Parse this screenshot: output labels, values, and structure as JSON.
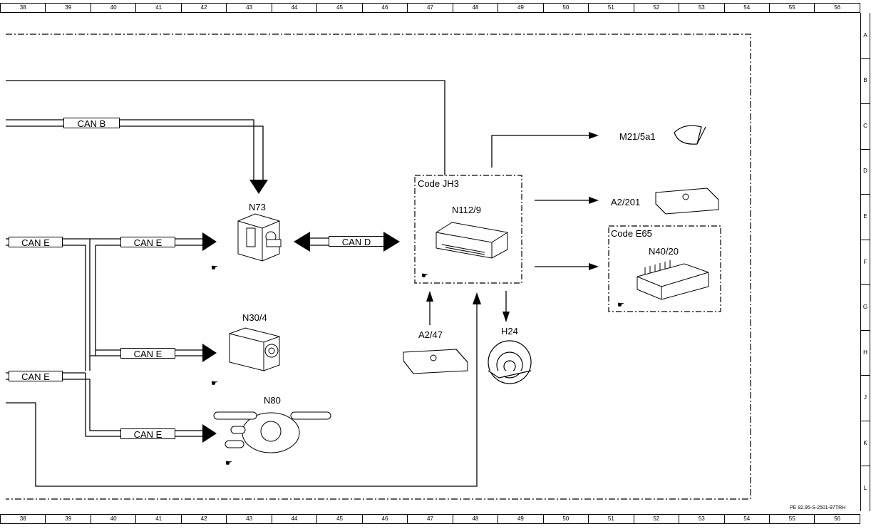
{
  "columns": [
    "38",
    "39",
    "40",
    "41",
    "42",
    "43",
    "44",
    "45",
    "46",
    "47",
    "48",
    "49",
    "50",
    "51",
    "52",
    "53",
    "54",
    "55",
    "56"
  ],
  "rows": [
    "A",
    "B",
    "C",
    "D",
    "E",
    "F",
    "G",
    "H",
    "J",
    "K",
    "L"
  ],
  "buses": {
    "can_b": "CAN B",
    "can_e_left_top": "CAN E",
    "can_e_n73": "CAN E",
    "can_e_left_bottom": "CAN E",
    "can_e_n30": "CAN E",
    "can_e_n80": "CAN E",
    "can_d": "CAN D"
  },
  "components": {
    "n73": "N73",
    "n30_4": "N30/4",
    "n80": "N80",
    "n112_9": "N112/9",
    "a2_47": "A2/47",
    "h24": "H24",
    "m21_5a1": "M21/5a1",
    "a2_201": "A2/201",
    "n40_20": "N40/20"
  },
  "codes": {
    "jh3": "Code JH3",
    "e65": "Code E65"
  },
  "reference": "PE 82.95-S-2501-97TRH",
  "hand_icon": "pointing-hand-icon"
}
